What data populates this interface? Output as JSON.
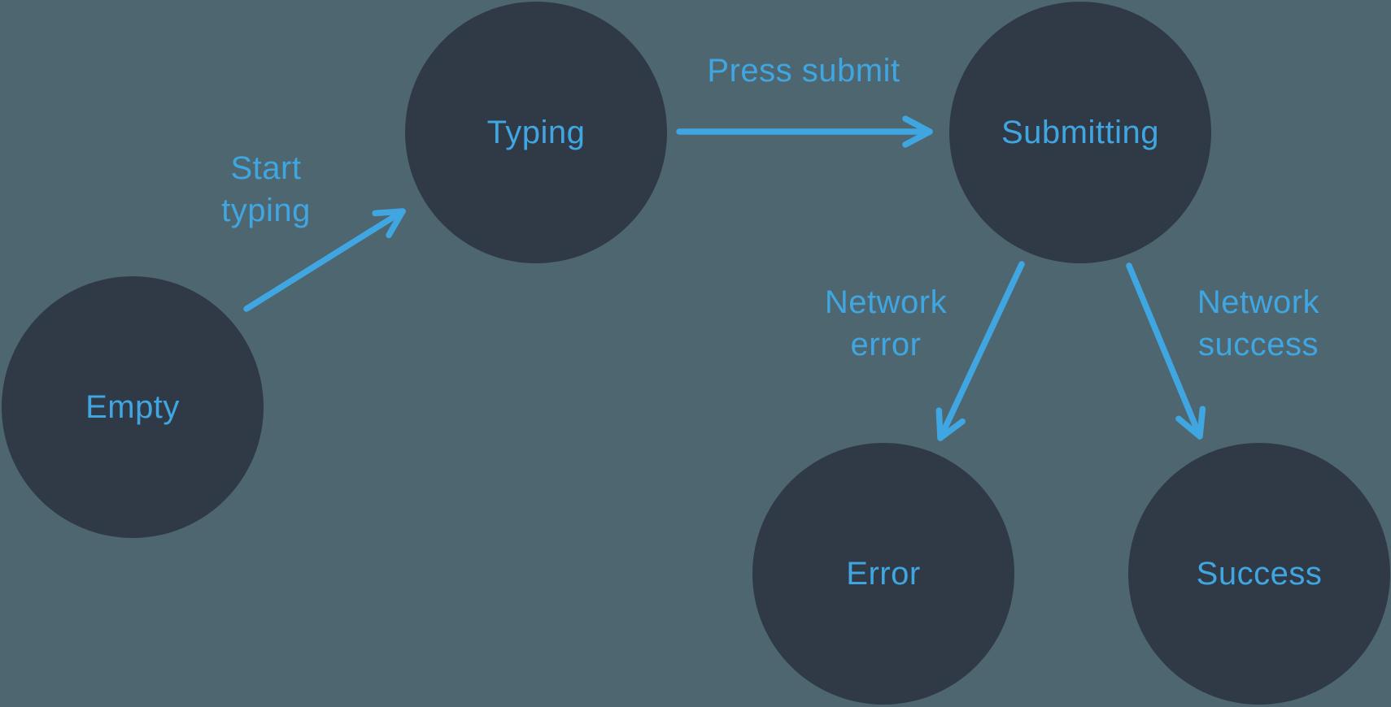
{
  "diagram": {
    "type": "state-machine",
    "colors": {
      "background": "#4D6670",
      "node_fill": "#303A46",
      "accent": "#40A6E2"
    },
    "nodes": [
      {
        "id": "empty",
        "label": "Empty"
      },
      {
        "id": "typing",
        "label": "Typing"
      },
      {
        "id": "submitting",
        "label": "Submitting"
      },
      {
        "id": "error",
        "label": "Error"
      },
      {
        "id": "success",
        "label": "Success"
      }
    ],
    "edges": [
      {
        "from": "empty",
        "to": "typing",
        "label": "Start typing"
      },
      {
        "from": "typing",
        "to": "submitting",
        "label": "Press submit"
      },
      {
        "from": "submitting",
        "to": "error",
        "label": "Network error"
      },
      {
        "from": "submitting",
        "to": "success",
        "label": "Network success"
      }
    ]
  }
}
